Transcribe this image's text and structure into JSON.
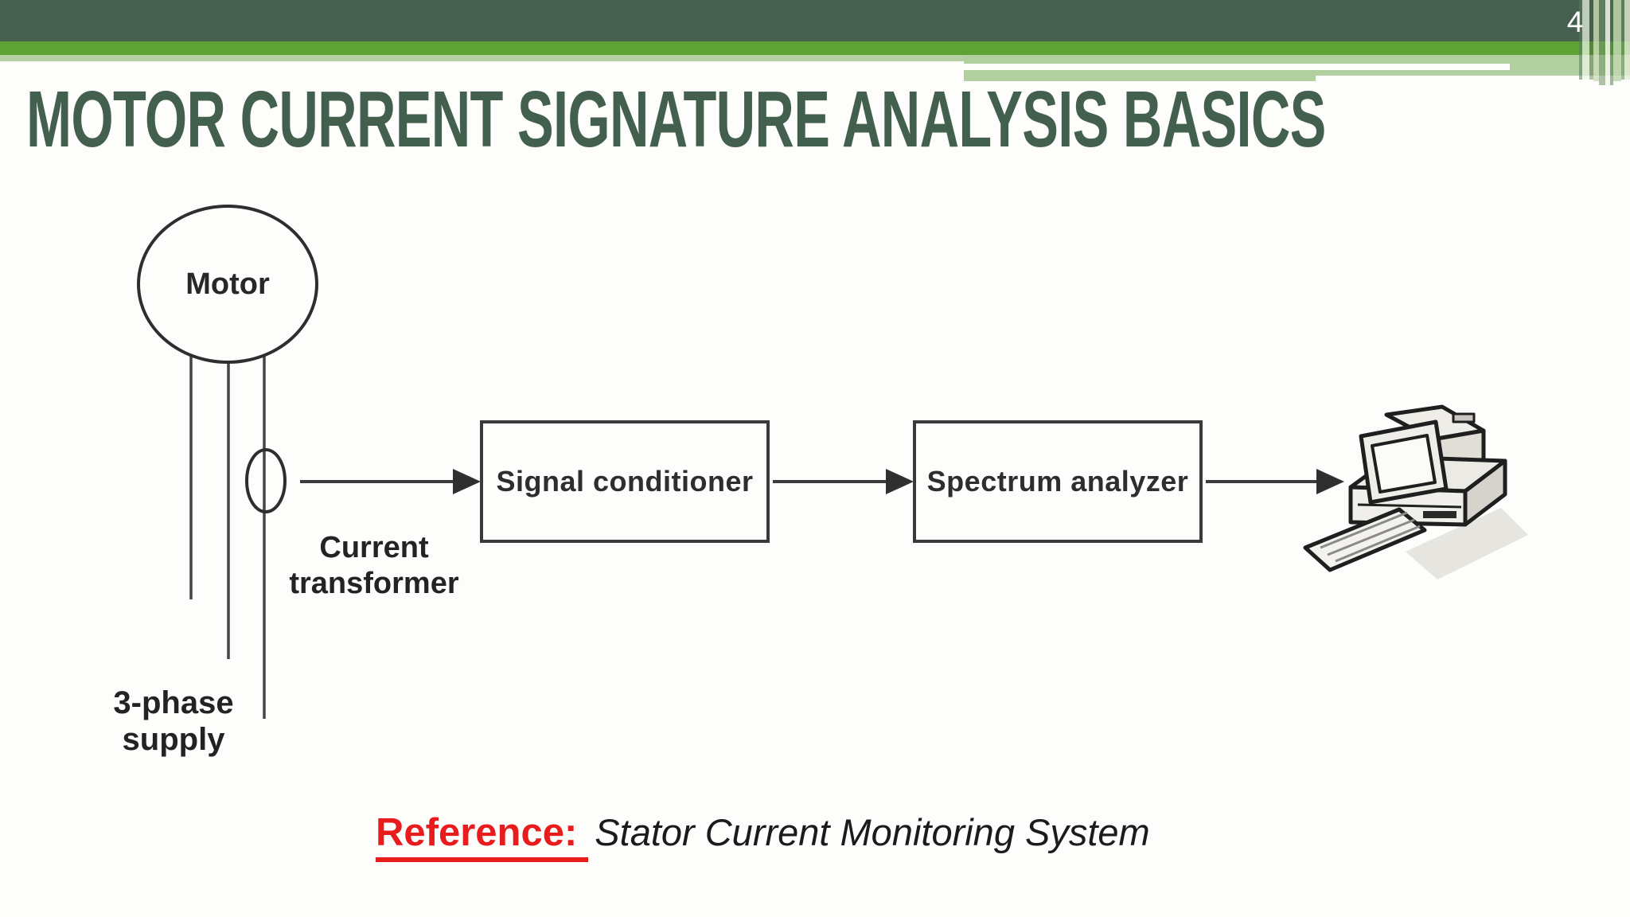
{
  "page": {
    "number": "4"
  },
  "title": "MOTOR CURRENT SIGNATURE ANALYSIS BASICS",
  "diagram": {
    "motor": "Motor",
    "supply": [
      "3-phase",
      "supply"
    ],
    "transformer": [
      "Current",
      "transformer"
    ],
    "signal_box": "Signal conditioner",
    "spectrum_box": "Spectrum analyzer",
    "computer_icon": "desktop-computer-icon",
    "flow": [
      "Motor",
      "Current transformer",
      "Signal conditioner",
      "Spectrum analyzer",
      "Computer"
    ]
  },
  "reference": {
    "label": "Reference:",
    "text": "Stator Current Monitoring System"
  },
  "colors": {
    "header_dark": "#46604f",
    "header_green": "#5ea135",
    "header_light_green": "#b5d0a4",
    "title": "#435f4e",
    "reference_red": "#e81c1c",
    "diagram_ink": "#3a3a3a"
  }
}
